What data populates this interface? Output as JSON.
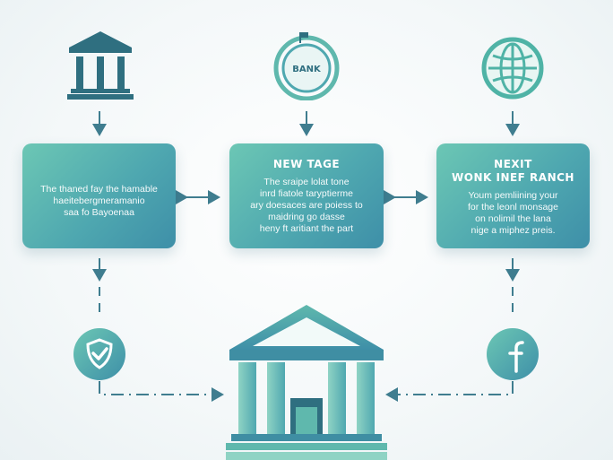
{
  "cards": {
    "left": {
      "title": "",
      "lines": [
        "The thaned fay the hamable",
        "haeitebergmeramanio",
        "saa fo Bayoenaa"
      ]
    },
    "middle": {
      "title": "NEW TAGE",
      "lines": [
        "The sraipe lolat tone",
        "inrd fiatole taryptierme",
        "ary doesaces are poiess to",
        "maidring go dasse",
        "heny ft aritiant the part"
      ]
    },
    "right": {
      "title_lines": [
        "NEXIT",
        "WONK INEF RANCH"
      ],
      "lines": [
        "Youm pemliining your",
        "for the leonl monsage",
        "on nolimil the lana",
        "nige a miphez preis."
      ]
    }
  },
  "icons": {
    "top_left": "bank-building-icon",
    "top_middle": "bank-coin-icon",
    "top_middle_label": "BANK",
    "top_right": "globe-icon",
    "bottom_left": "check-shield-icon",
    "bottom_center": "bank-building-large-icon",
    "bottom_right": "facebook-icon"
  },
  "colors": {
    "dark_teal": "#2f6f80",
    "teal": "#4fa8b0",
    "mint": "#6cc7b4",
    "line": "#3f7d8f"
  }
}
